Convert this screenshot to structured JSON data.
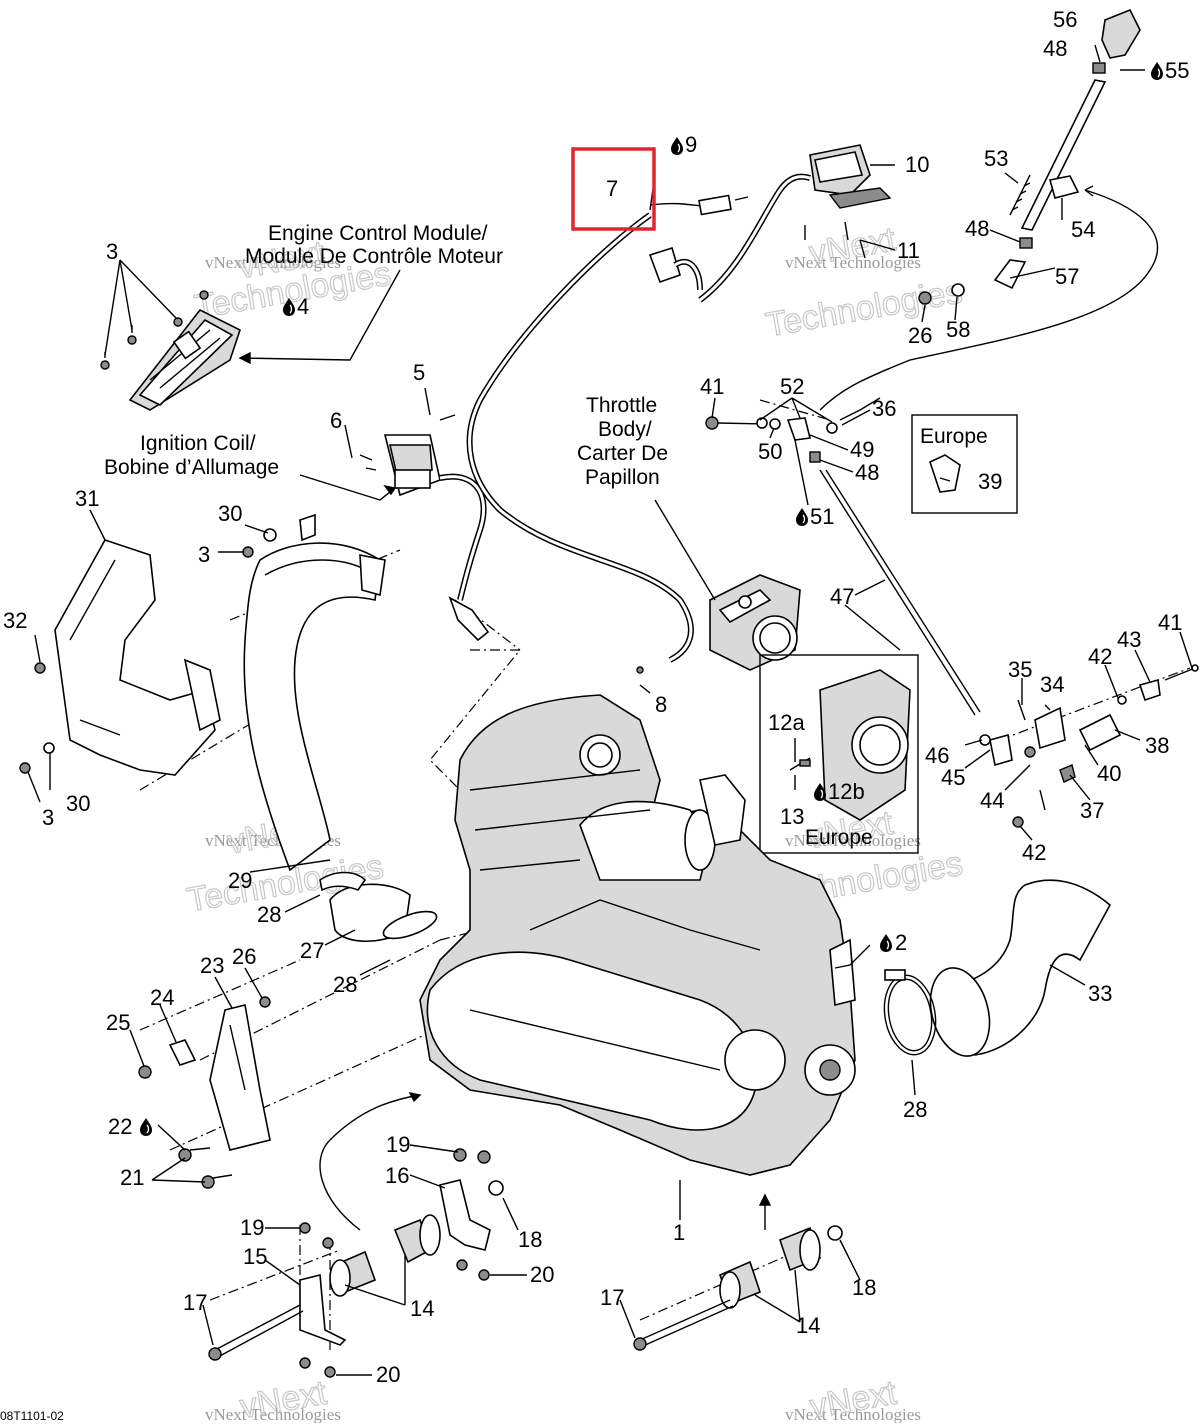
{
  "captions": {
    "ecm_line1": "Engine Control Module/",
    "ecm_line2": "Module De Contrôle Moteur",
    "coil_line1": "Ignition Coil/",
    "coil_line2": "Bobine d’Allumage",
    "tb_line1": "Throttle",
    "tb_line2": "Body/",
    "tb_line3": "Carter De",
    "tb_line4": "Papillon",
    "europe_box1": "Europe",
    "europe_box2": "Europe"
  },
  "drop_icon": "oil-drop-icon",
  "labels": {
    "l1": "1",
    "l2": "2",
    "l3a": "3",
    "l3b": "3",
    "l3c": "3",
    "l4": "4",
    "l5": "5",
    "l6": "6",
    "l7": "7",
    "l8": "8",
    "l9": "9",
    "l10": "10",
    "l11": "11",
    "l12a": "12a",
    "l12b": "12b",
    "l13": "13",
    "l14a": "14",
    "l14b": "14",
    "l15": "15",
    "l16": "16",
    "l17a": "17",
    "l17b": "17",
    "l18a": "18",
    "l18b": "18",
    "l19a": "19",
    "l19b": "19",
    "l20a": "20",
    "l20b": "20",
    "l21": "21",
    "l22": "22",
    "l23": "23",
    "l24": "24",
    "l25": "25",
    "l26a": "26",
    "l26b": "26",
    "l27": "27",
    "l28a": "28",
    "l28b": "28",
    "l28c": "28",
    "l29": "29",
    "l30a": "30",
    "l30b": "30",
    "l31": "31",
    "l32": "32",
    "l33": "33",
    "l34": "34",
    "l35": "35",
    "l36": "36",
    "l37": "37",
    "l38": "38",
    "l39": "39",
    "l40": "40",
    "l41a": "41",
    "l41b": "41",
    "l42a": "42",
    "l42b": "42",
    "l43": "43",
    "l44": "44",
    "l45": "45",
    "l46": "46",
    "l47": "47",
    "l48a": "48",
    "l48b": "48",
    "l48c": "48",
    "l49": "49",
    "l50": "50",
    "l51": "51",
    "l52": "52",
    "l53": "53",
    "l54": "54",
    "l55": "55",
    "l56": "56",
    "l57": "57",
    "l58": "58"
  },
  "highlight": {
    "label": "7",
    "color": "#e0262c"
  },
  "watermark": {
    "small": "vNext Technologies",
    "big1": "vNext",
    "big2": "Technologies"
  },
  "figure_code": "08T1101-02"
}
